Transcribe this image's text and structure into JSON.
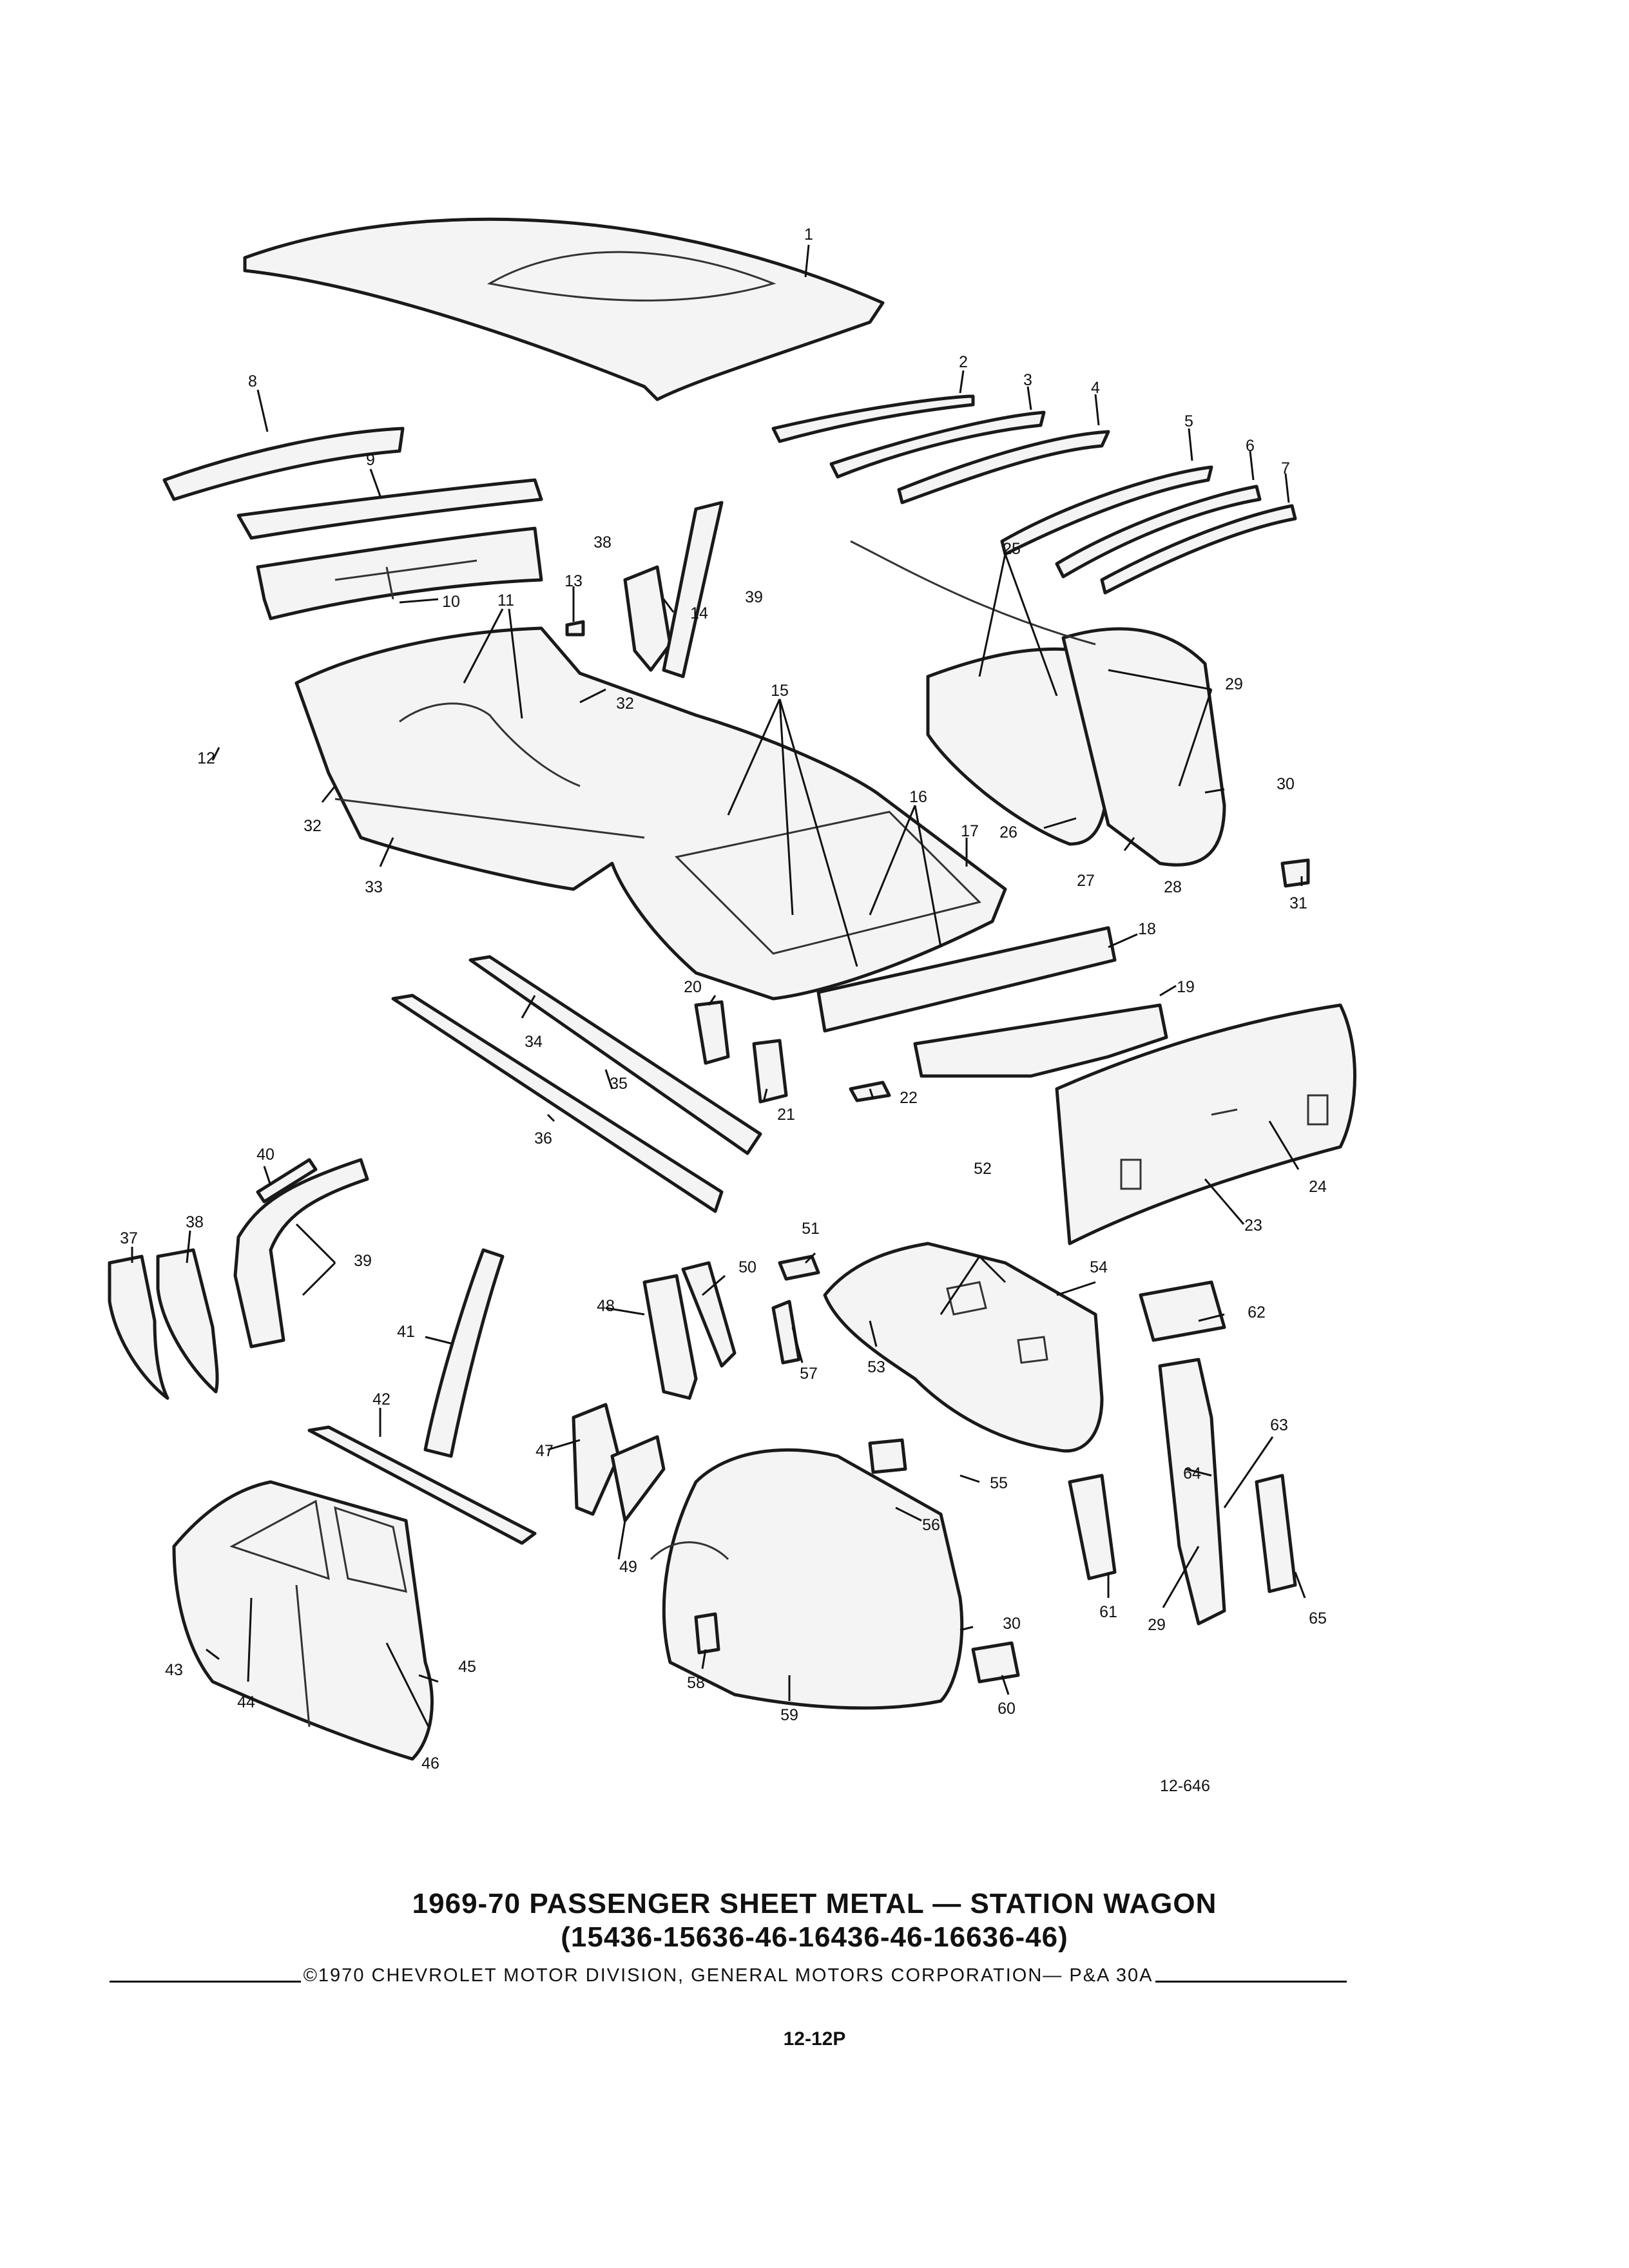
{
  "figure_ref": "12-646",
  "title_line1": "1969-70 PASSENGER SHEET METAL — STATION WAGON",
  "title_line2": "(15436-15636-46-16436-46-16636-46)",
  "copyright": "©1970 CHEVROLET MOTOR DIVISION, GENERAL MOTORS CORPORATION— P&A 30A",
  "page_number": "12-12P",
  "callouts": [
    "1",
    "2",
    "3",
    "4",
    "5",
    "6",
    "7",
    "8",
    "9",
    "10",
    "11",
    "12",
    "13",
    "14",
    "15",
    "16",
    "17",
    "18",
    "19",
    "20",
    "21",
    "22",
    "23",
    "24",
    "25",
    "26",
    "27",
    "28",
    "29",
    "30",
    "31",
    "32",
    "33",
    "34",
    "35",
    "36",
    "37",
    "38",
    "39",
    "40",
    "41",
    "42",
    "43",
    "44",
    "45",
    "46",
    "47",
    "48",
    "49",
    "50",
    "51",
    "52",
    "53",
    "54",
    "55",
    "56",
    "57",
    "58",
    "59",
    "60",
    "61",
    "62",
    "63",
    "64",
    "65"
  ]
}
